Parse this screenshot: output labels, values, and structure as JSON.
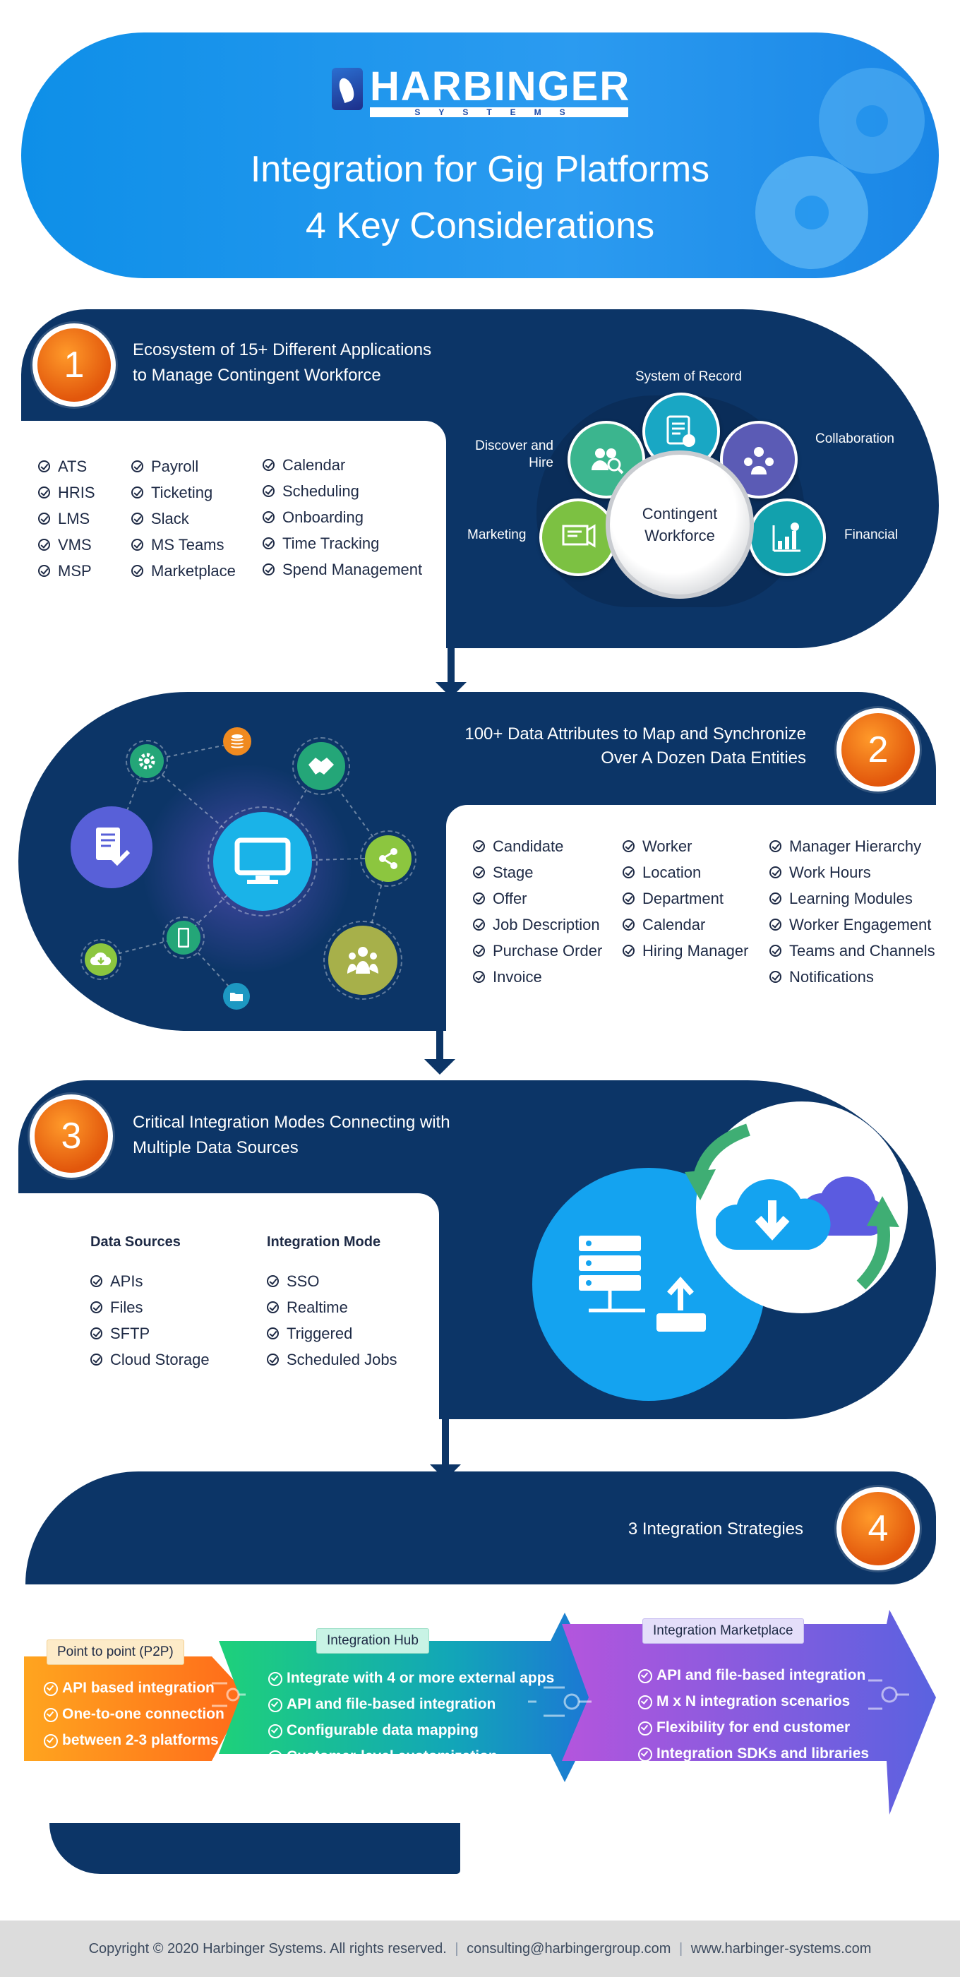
{
  "header": {
    "brand": "HARBINGER",
    "brand_sub": "SYSTEMS",
    "title_line1": "Integration for Gig Platforms",
    "title_line2": "4 Key Considerations"
  },
  "section1": {
    "number": "1",
    "title_line1": "Ecosystem of 15+ Different Applications",
    "title_line2": "to Manage Contingent Workforce",
    "col1": [
      "ATS",
      "HRIS",
      "LMS",
      "VMS",
      "MSP"
    ],
    "col2": [
      "Payroll",
      "Ticketing",
      "Slack",
      "MS Teams",
      "Marketplace"
    ],
    "col3": [
      "Calendar",
      "Scheduling",
      "Onboarding",
      "Time Tracking",
      "Spend Management"
    ],
    "diagram": {
      "center_line1": "Contingent",
      "center_line2": "Workforce",
      "system_of_record": "System of Record",
      "discover_line1": "Discover and",
      "discover_line2": "Hire",
      "collaboration": "Collaboration",
      "marketing": "Marketing",
      "financial": "Financial"
    }
  },
  "section2": {
    "number": "2",
    "title_line1": "100+ Data Attributes to Map and Synchronize",
    "title_line2": "Over A Dozen Data Entities",
    "col1": [
      "Candidate",
      "Stage",
      "Offer",
      "Job Description",
      "Purchase Order",
      "Invoice"
    ],
    "col2": [
      "Worker",
      "Location",
      "Department",
      "Calendar",
      "Hiring Manager"
    ],
    "col3": [
      "Manager Hierarchy",
      "Work Hours",
      "Learning Modules",
      "Worker Engagement",
      "Teams and Channels",
      "Notifications"
    ]
  },
  "section3": {
    "number": "3",
    "title_line1": "Critical Integration Modes Connecting with",
    "title_line2": "Multiple Data Sources",
    "sources_heading": "Data Sources",
    "sources": [
      "APIs",
      "Files",
      "SFTP",
      "Cloud Storage"
    ],
    "modes_heading": "Integration Mode",
    "modes": [
      "SSO",
      "Realtime",
      "Triggered",
      "Scheduled Jobs"
    ]
  },
  "section4": {
    "number": "4",
    "title": "3 Integration Strategies",
    "p2p": {
      "tag": "Point to point (P2P)",
      "items": [
        "API based integration",
        "One-to-one connection",
        "between 2-3 platforms"
      ]
    },
    "hub": {
      "tag": "Integration Hub",
      "items": [
        "Integrate with 4 or more external apps",
        "API and file-based integration",
        "Configurable data mapping",
        "Customer-level customization"
      ]
    },
    "marketplace": {
      "tag": "Integration Marketplace",
      "items": [
        "API and file-based integration",
        "M x N integration scenarios",
        "Flexibility for end customer",
        "Integration SDKs and libraries"
      ]
    }
  },
  "footer": {
    "copyright": "Copyright © 2020 Harbinger Systems. All rights reserved.",
    "email": "consulting@harbingergroup.com",
    "website": "www.harbinger-systems.com",
    "separator": "|"
  },
  "colors": {
    "navy": "#0c3567",
    "header_blue": "#1a86e6",
    "orange": "#e2570c",
    "teal": "#1fa3a8",
    "purple": "#5b5bb5",
    "green": "#67b843"
  }
}
